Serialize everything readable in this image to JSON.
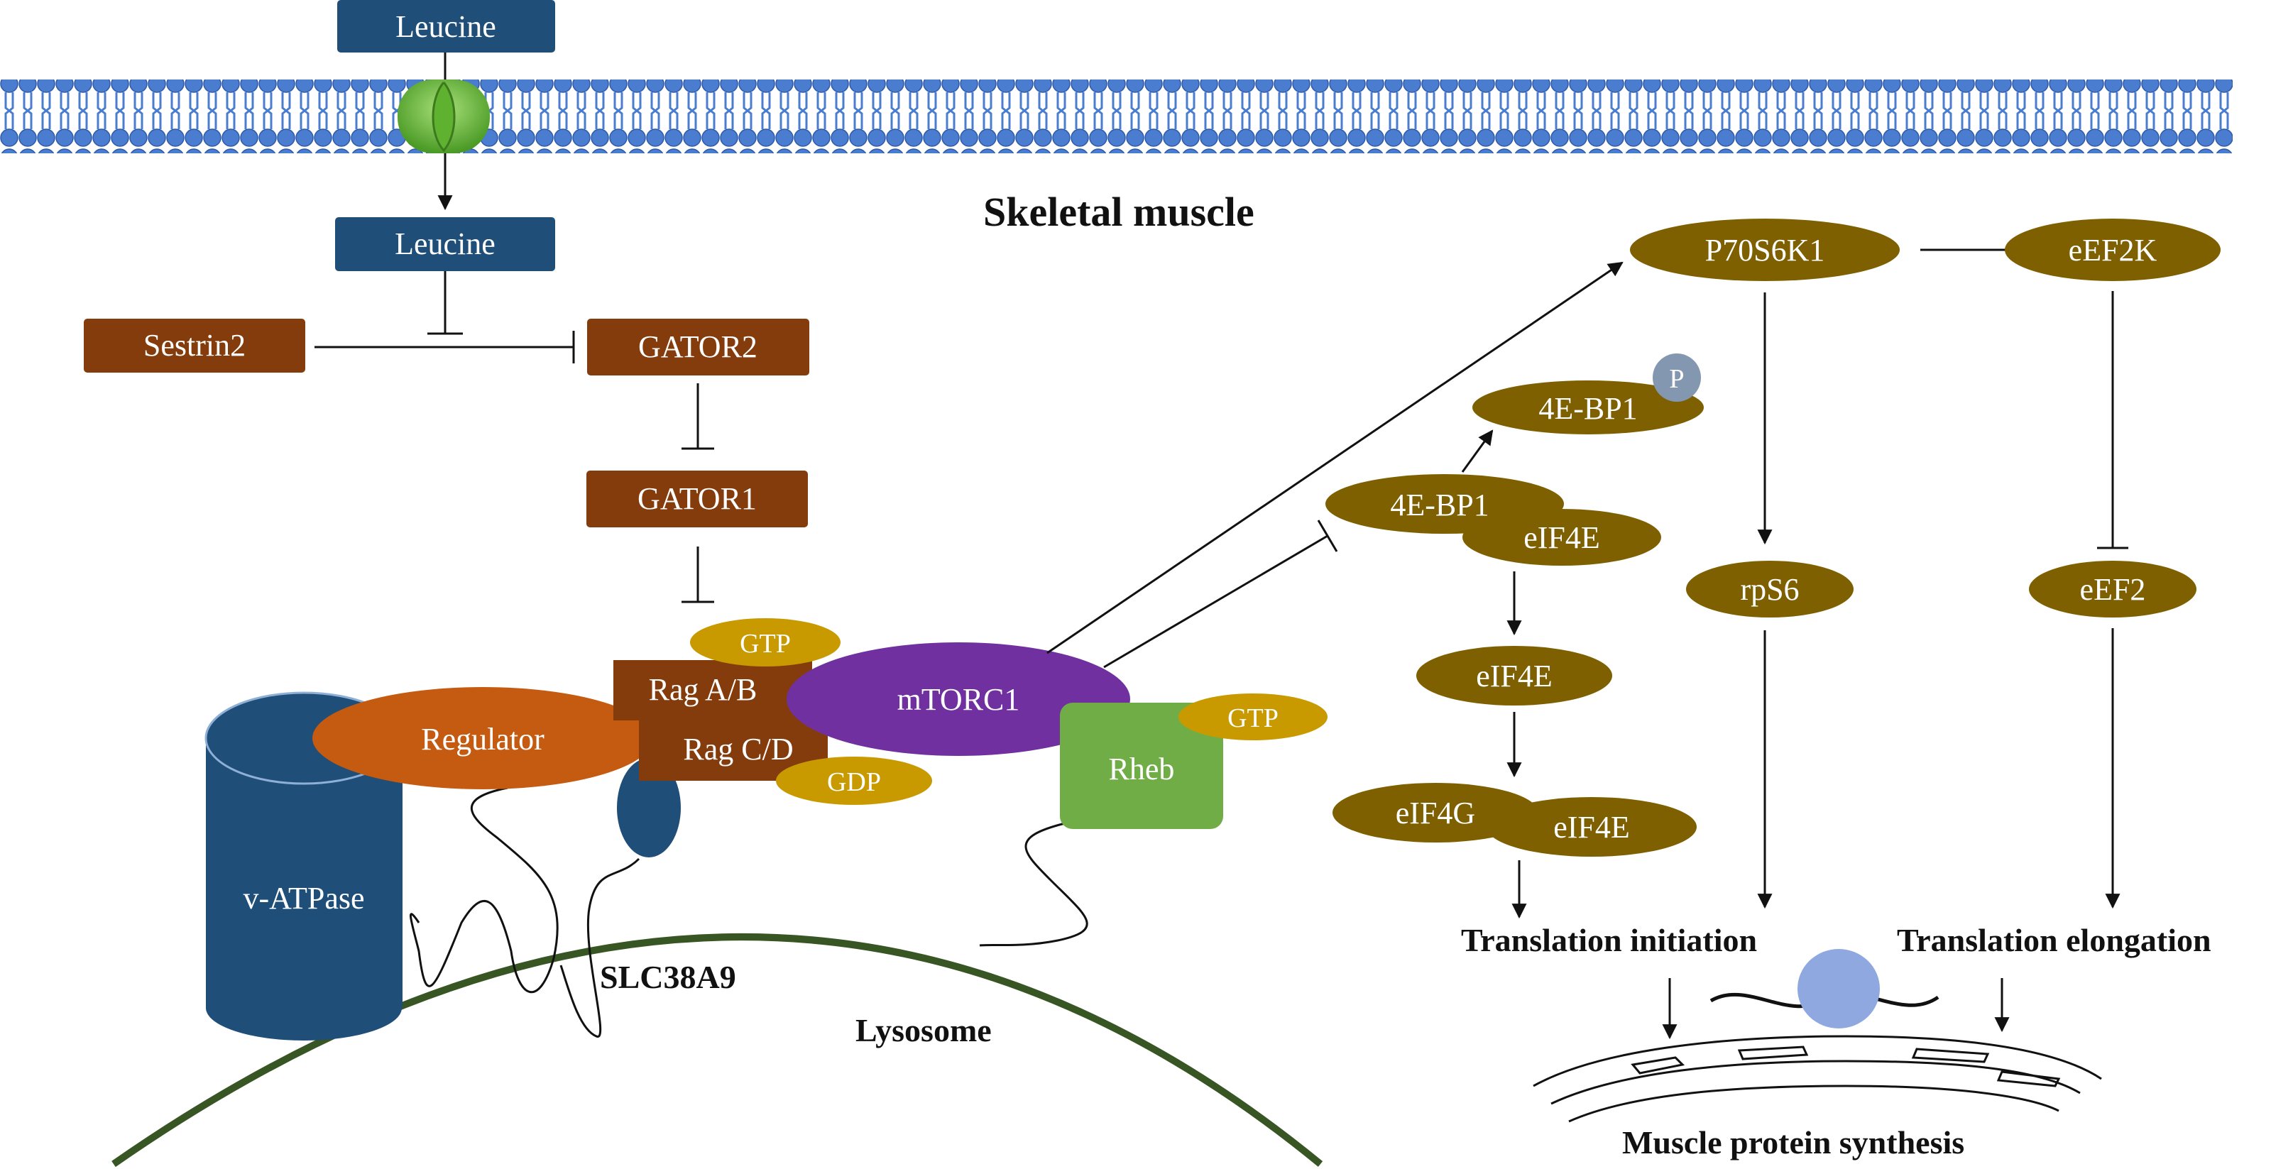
{
  "title": "Skeletal muscle",
  "colors": {
    "membrane": "#4a7ccf",
    "leucine_box": "#1f4e79",
    "brown_box": "#843c0c",
    "olive": "#7f6000",
    "gold": "#c89a00",
    "purple": "#7030a0",
    "orange": "#c55a11",
    "green": "#70ad47",
    "lysosome_line": "#375623",
    "phospho": "#8497b0"
  },
  "nodes": {
    "leucine_out": "Leucine",
    "leucine_in": "Leucine",
    "sestrin2": "Sestrin2",
    "gator2": "GATOR2",
    "gator1": "GATOR1",
    "rag_ab": "Rag A/B",
    "rag_cd": "Rag C/D",
    "gtp_rag": "GTP",
    "gdp_rag": "GDP",
    "regulator": "Regulator",
    "mtorc1": "mTORC1",
    "rheb": "Rheb",
    "gtp_rheb": "GTP",
    "v_atpase": "v-ATPase",
    "slc38a9": "SLC38A9",
    "lysosome": "Lysosome",
    "p70s6k1": "P70S6K1",
    "eef2k": "eEF2K",
    "bp1_phos": "4E-BP1",
    "phospho": "P",
    "bp1": "4E-BP1",
    "eif4e_bound": "eIF4E",
    "eif4e_free": "eIF4E",
    "eif4g": "eIF4G",
    "eif4e_g": "eIF4E",
    "rps6": "rpS6",
    "eef2": "eEF2"
  },
  "outcomes": {
    "initiation": "Translation initiation",
    "elongation": "Translation elongation",
    "synthesis": "Muscle protein synthesis"
  }
}
